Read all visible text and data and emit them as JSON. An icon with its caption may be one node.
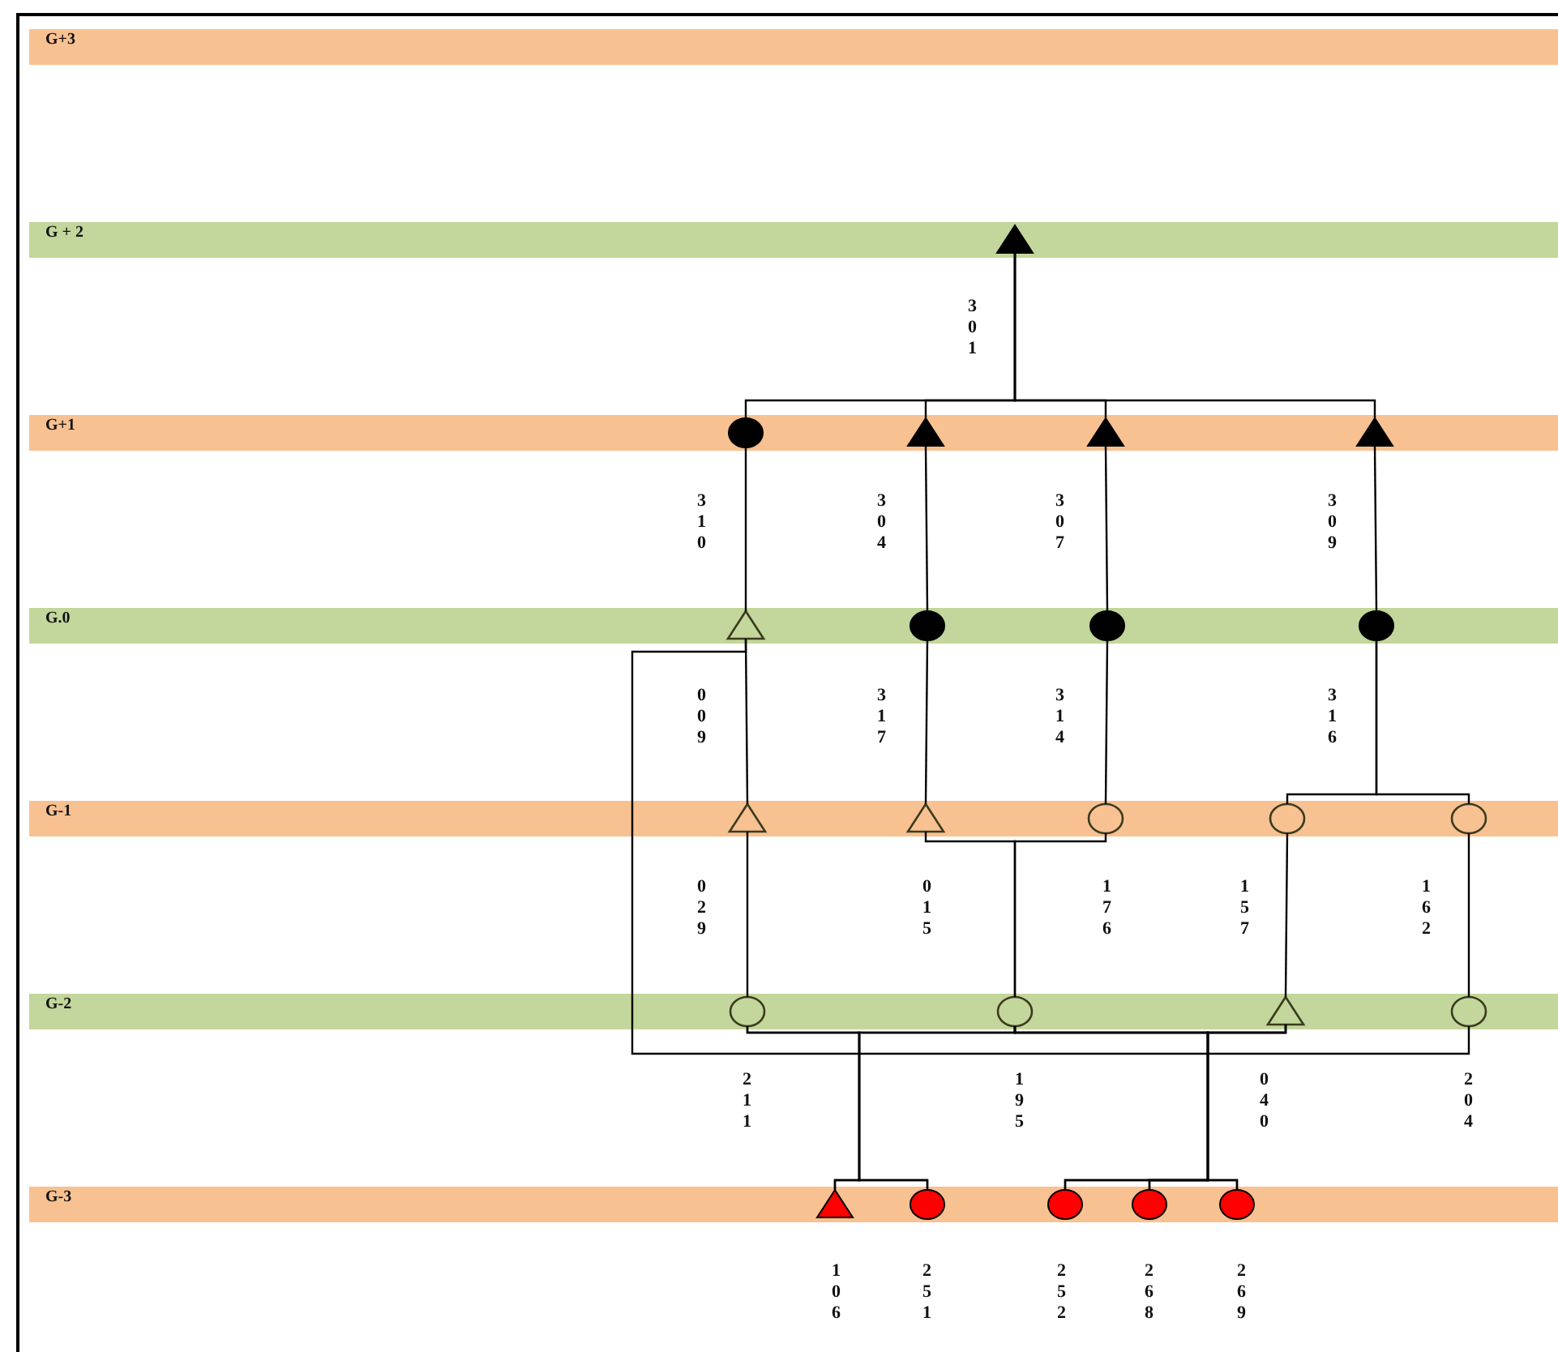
{
  "diagram": {
    "nodes": [
      {
        "text": [
          "G+3"
        ]
      },
      {
        "text": [
          "G + 2"
        ]
      },
      {
        "text": [
          "G+1"
        ]
      },
      {
        "text": [
          "G.0"
        ]
      },
      {
        "text": [
          "G-1"
        ]
      },
      {
        "text": [
          "G-2"
        ]
      },
      {
        "text": [
          "G-3"
        ]
      },
      {
        "text": [],
        "shape": "triangle",
        "in": 1,
        "beside": [
          "301"
        ]
      },
      {
        "text": [],
        "shape": "circle",
        "in": 2,
        "beside": [
          "310"
        ]
      },
      {
        "text": [],
        "shape": "triangle",
        "in": 2,
        "beside": [
          "304"
        ]
      },
      {
        "text": [],
        "shape": "triangle",
        "in": 2,
        "beside": [
          "307"
        ]
      },
      {
        "text": [],
        "shape": "triangle",
        "in": 2,
        "beside": [
          "309"
        ]
      },
      {
        "text": [],
        "shape": "triangle",
        "in": 3,
        "beside": [
          "009"
        ]
      },
      {
        "text": [],
        "shape": "circle",
        "in": 3,
        "beside": [
          "317"
        ]
      },
      {
        "text": [],
        "shape": "circle",
        "in": 3,
        "beside": [
          "314"
        ]
      },
      {
        "text": [],
        "shape": "circle",
        "in": 3,
        "beside": [
          "316"
        ]
      },
      {
        "text": [],
        "shape": "triangle",
        "in": 4,
        "beside": [
          "029"
        ]
      },
      {
        "text": [],
        "shape": "triangle",
        "in": 4,
        "beside": [
          "015"
        ]
      },
      {
        "text": [],
        "shape": "circle",
        "in": 4,
        "beside": [
          "176"
        ]
      },
      {
        "text": [],
        "shape": "circle",
        "in": 4,
        "beside": [
          "157"
        ]
      },
      {
        "text": [],
        "shape": "circle",
        "in": 4,
        "beside": [
          "162"
        ]
      },
      {
        "text": [],
        "shape": "circle",
        "in": 5,
        "beside": [
          "211"
        ]
      },
      {
        "text": [],
        "shape": "circle",
        "in": 5,
        "beside": [
          "195"
        ]
      },
      {
        "text": [],
        "shape": "triangle",
        "in": 5,
        "beside": [
          "040"
        ]
      },
      {
        "text": [],
        "shape": "circle",
        "in": 5,
        "beside": [
          "204"
        ]
      },
      {
        "text": [],
        "shape": "triangle",
        "in": 6,
        "beside": [
          "106"
        ]
      },
      {
        "text": [],
        "shape": "circle",
        "in": 6,
        "beside": [
          "251"
        ]
      },
      {
        "text": [],
        "shape": "circle",
        "in": 6,
        "beside": [
          "252"
        ]
      },
      {
        "text": [],
        "shape": "circle",
        "in": 6,
        "beside": [
          "268"
        ]
      },
      {
        "text": [],
        "shape": "circle",
        "in": 6,
        "beside": [
          "269"
        ]
      }
    ],
    "edges": [
      {
        "from": 7,
        "to": 8,
        "arrow": "none"
      },
      {
        "from": 7,
        "to": 9,
        "arrow": "none"
      },
      {
        "from": 7,
        "to": 10,
        "arrow": "none"
      },
      {
        "from": 7,
        "to": 11,
        "arrow": "none"
      },
      {
        "from": 8,
        "to": 12,
        "arrow": "none"
      },
      {
        "from": 9,
        "to": 13,
        "arrow": "none"
      },
      {
        "from": 10,
        "to": 14,
        "arrow": "none"
      },
      {
        "from": 11,
        "to": 15,
        "arrow": "none"
      },
      {
        "from": 12,
        "to": 16,
        "arrow": "none"
      },
      {
        "from": 13,
        "to": 17,
        "arrow": "none"
      },
      {
        "from": 14,
        "to": 18,
        "arrow": "none"
      },
      {
        "from": 15,
        "to": 19,
        "arrow": "none"
      },
      {
        "from": 15,
        "to": 20,
        "arrow": "none"
      },
      {
        "from": 12,
        "to": 24,
        "arrow": "none"
      },
      {
        "from": 16,
        "to": 21,
        "arrow": "none"
      },
      {
        "from": 17,
        "to": 22,
        "arrow": "none"
      },
      {
        "from": 18,
        "to": 22,
        "arrow": "none"
      },
      {
        "from": 19,
        "to": 23,
        "arrow": "none"
      },
      {
        "from": 20,
        "to": 24,
        "arrow": "none"
      },
      {
        "from": 21,
        "to": 25,
        "arrow": "none"
      },
      {
        "from": 21,
        "to": 26,
        "arrow": "none"
      },
      {
        "from": 22,
        "to": 25,
        "arrow": "none"
      },
      {
        "from": 22,
        "to": 26,
        "arrow": "none"
      },
      {
        "from": 22,
        "to": 27,
        "arrow": "none"
      },
      {
        "from": 22,
        "to": 28,
        "arrow": "none"
      },
      {
        "from": 22,
        "to": 29,
        "arrow": "none"
      },
      {
        "from": 23,
        "to": 27,
        "arrow": "none"
      },
      {
        "from": 23,
        "to": 28,
        "arrow": "none"
      },
      {
        "from": 23,
        "to": 29,
        "arrow": "none"
      }
    ]
  }
}
